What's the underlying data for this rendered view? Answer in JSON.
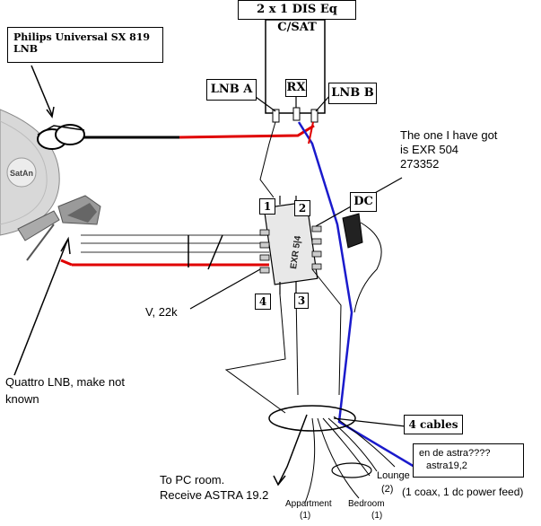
{
  "labels": {
    "title_box": "2 x 1 DIS Eq C/SAT",
    "philips_line1": "Philips Universal SX 819",
    "philips_line2": "LNB",
    "lnb_a": "LNB A",
    "rx": "RX",
    "lnb_b": "LNB B",
    "one_i_have_line1": "The one I have got",
    "one_i_have_line2": "is EXR 504",
    "one_i_have_line3": "273352",
    "dc": "DC",
    "port_1": "1",
    "port_2": "2",
    "port_3": "3",
    "port_4": "4",
    "multiswitch_text": "EXR 5|4",
    "dish_logo": "SatAn",
    "v22k": "V, 22k",
    "quattro_line1": "Quattro LNB, make not",
    "quattro_line2": "known",
    "four_cables": "4 cables",
    "astra_line1": "en de astra????",
    "astra_line2": "astra19,2",
    "to_pc_line1": "To PC room.",
    "to_pc_line2": "Receive ASTRA 19.2",
    "lounge": "Lounge",
    "lounge_num": "(2)",
    "coax_feed": "(1 coax, 1 dc power feed)",
    "appartment": "Appartment",
    "appartment_num": "(1)",
    "bedroom": "Bedroom",
    "bedroom_num": "(1)"
  },
  "colors": {
    "red_cable": "#e00000",
    "blue_cable": "#1a1acc",
    "black_line": "#000000"
  }
}
